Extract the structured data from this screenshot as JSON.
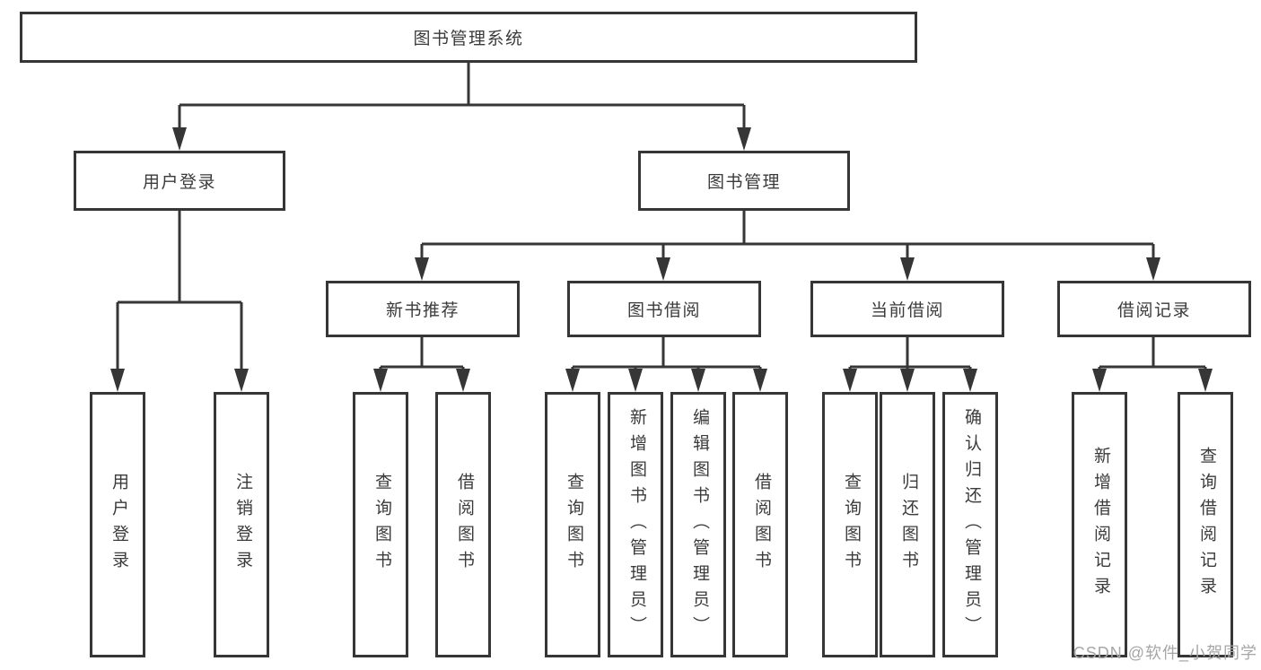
{
  "colors": {
    "line": "#363636",
    "text": "#3b3b3b",
    "watermark": "#a6a6a6",
    "bg": "#ffffff"
  },
  "tree": {
    "root": {
      "label": "图书管理系统"
    },
    "level2": [
      {
        "label": "用户登录"
      },
      {
        "label": "图书管理"
      }
    ],
    "level3": [
      {
        "label": "新书推荐"
      },
      {
        "label": "图书借阅"
      },
      {
        "label": "当前借阅"
      },
      {
        "label": "借阅记录"
      }
    ],
    "leaves": {
      "user_login": [
        "用户登录",
        "注销登录"
      ],
      "new_book": [
        "查询图书",
        "借阅图书"
      ],
      "book_borrow": [
        "查询图书",
        "新增图书（管理员）",
        "编辑图书（管理员）",
        "借阅图书"
      ],
      "current_borrow": [
        "查询图书",
        "归还图书",
        "确认归还（管理员）"
      ],
      "borrow_record": [
        "新增借阅记录",
        "查询借阅记录"
      ]
    }
  },
  "watermark": "CSDN @软件_小贺同学"
}
